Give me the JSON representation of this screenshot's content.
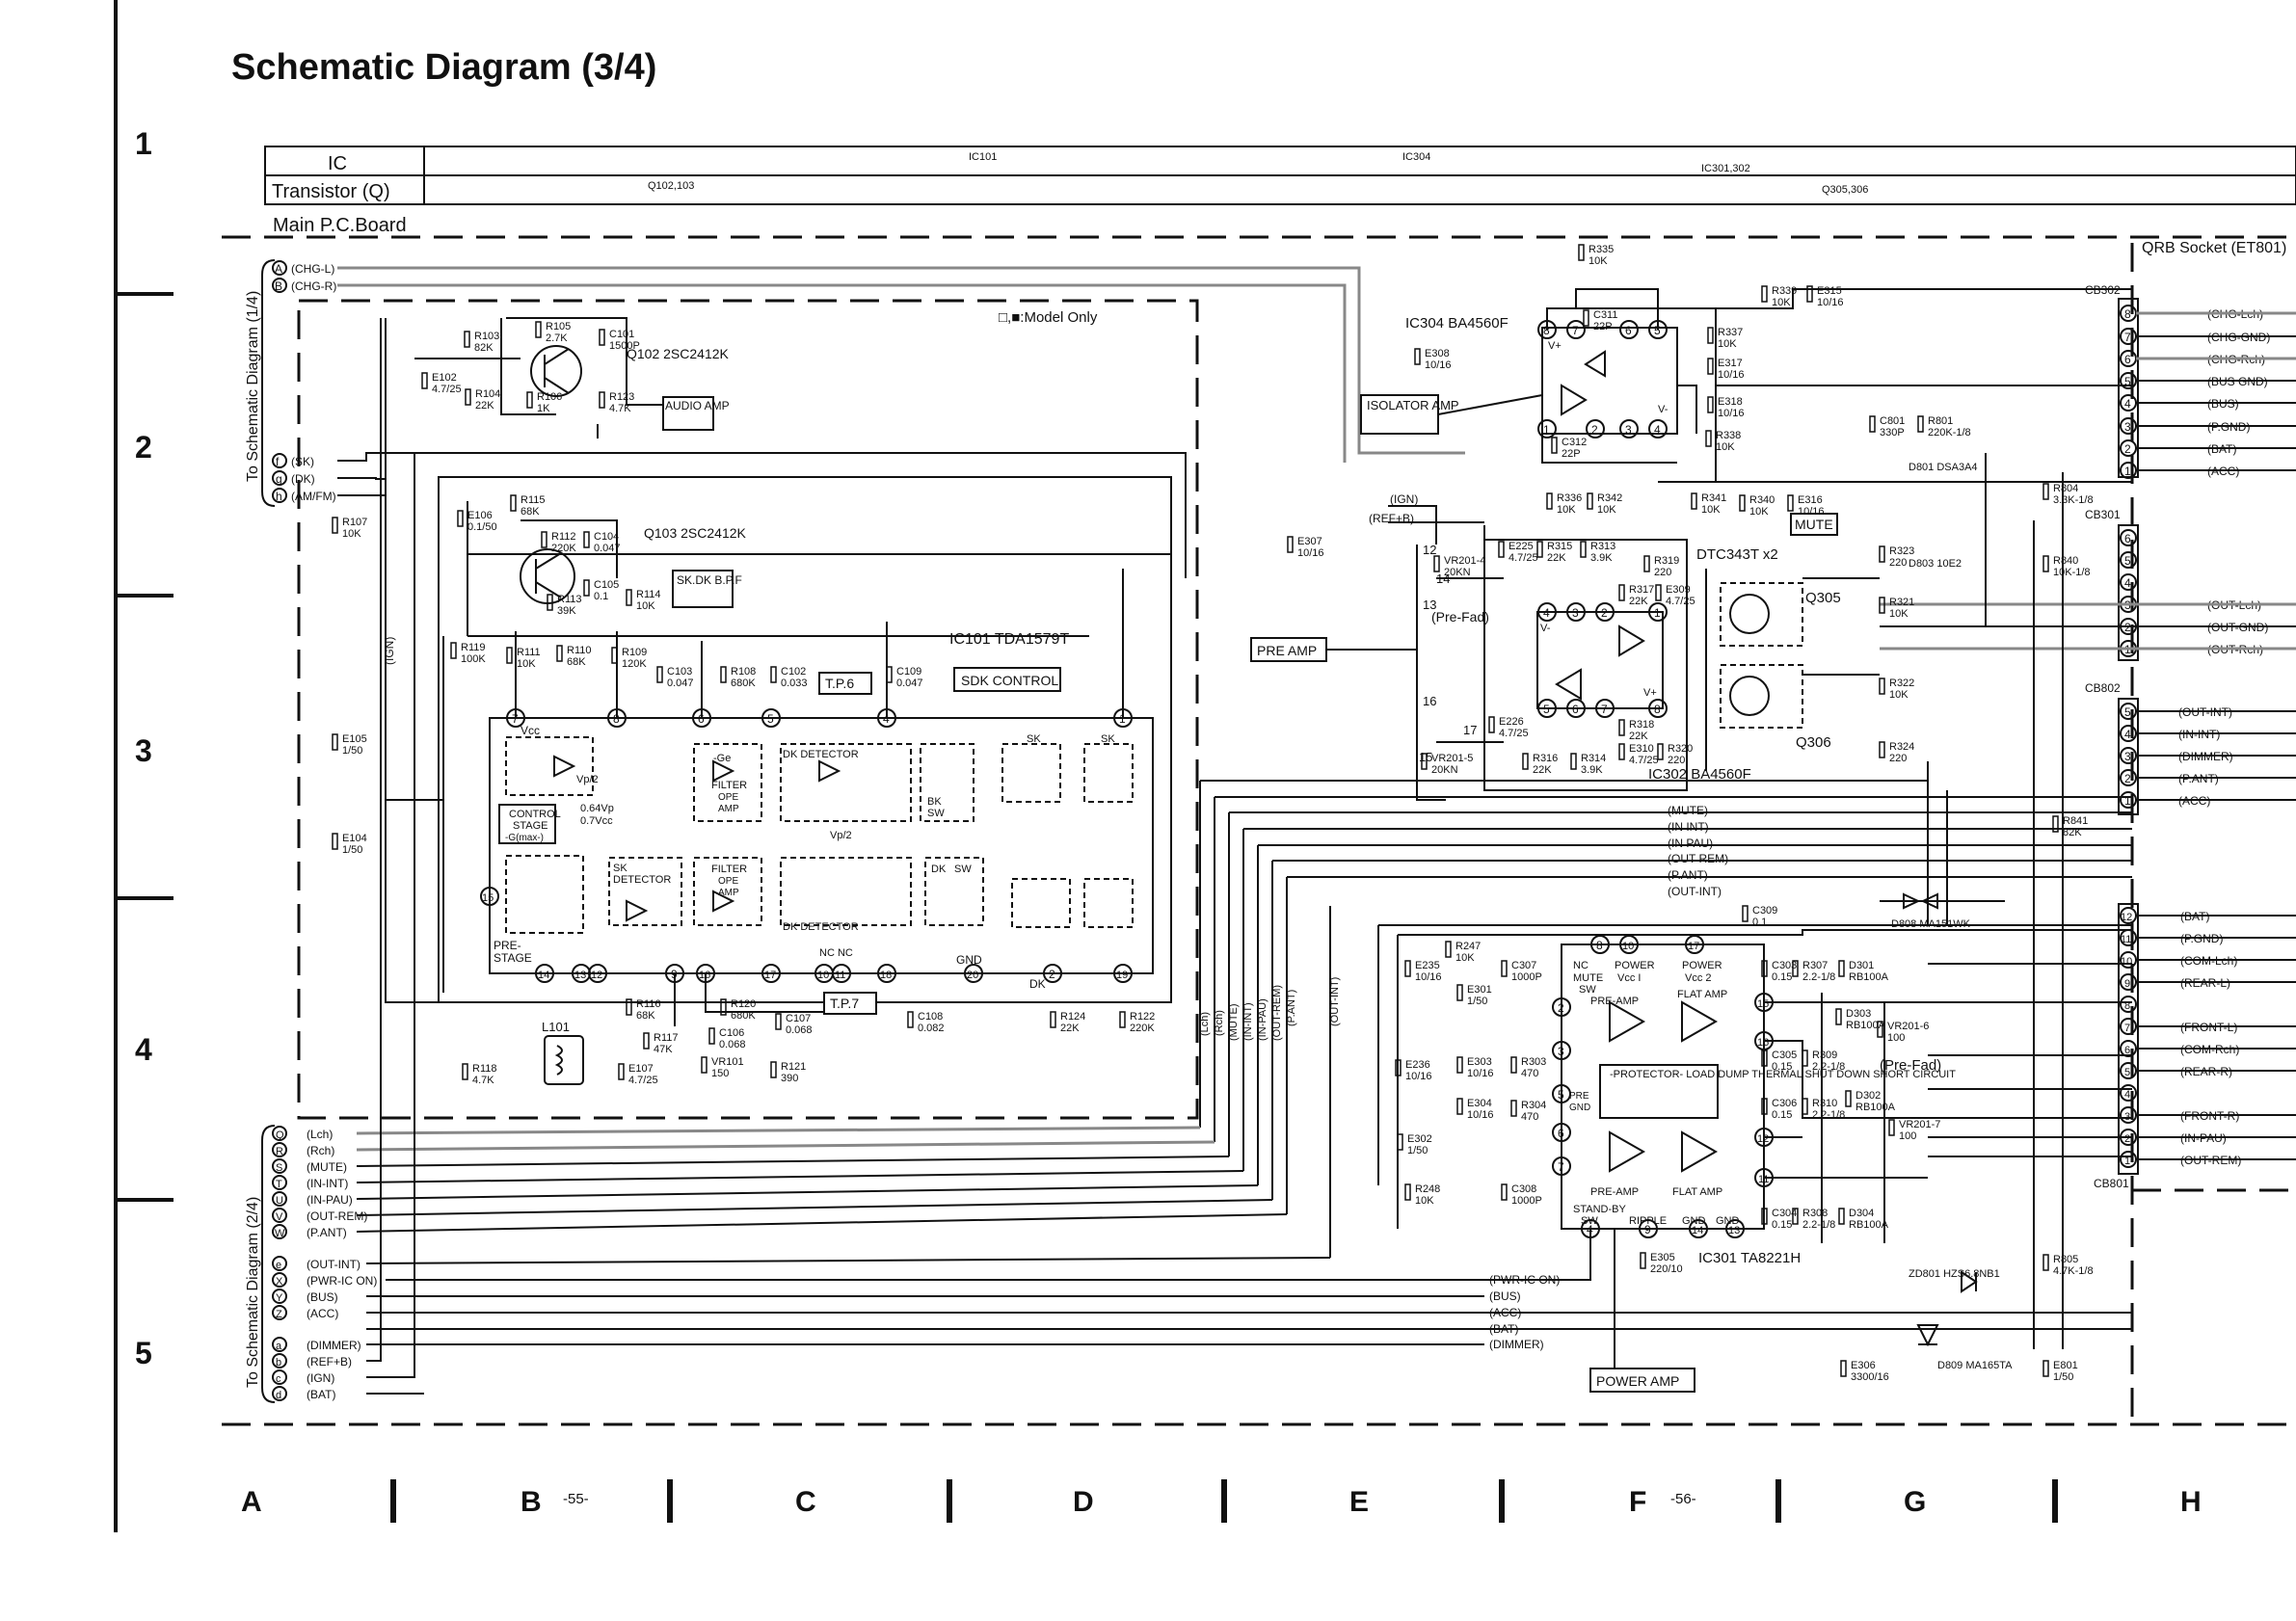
{
  "title": "Schematic Diagram (3/4)",
  "row_numbers": [
    "1",
    "2",
    "3",
    "4",
    "5"
  ],
  "col_letters": [
    "A",
    "B",
    "C",
    "D",
    "E",
    "F",
    "G",
    "H"
  ],
  "page_numbers": [
    "-55-",
    "-56-"
  ],
  "header_table": {
    "row1_label": "IC",
    "row2_label": "Transistor (Q)",
    "ic_entries": [
      "IC101",
      "IC304",
      "IC301,302"
    ],
    "q_entries": [
      "Q102,103",
      "Q305,306"
    ]
  },
  "board_label": "Main P.C.Board",
  "side_labels": {
    "left_top": "To Schematic Diagram (1/4)",
    "left_bottom": "To Schematic Diagram (2/4)"
  },
  "socket_label": "QRB Socket (ET801)",
  "model_note": "□,■:Model Only",
  "blocks": {
    "audio_amp": "AUDIO AMP",
    "sk_dk_bpf": "SK.DK B.P.F",
    "tp6": "T.P.6",
    "tp7": "T.P.7",
    "sdk_control": "SDK CONTROL",
    "isolator_amp": "ISOLATOR AMP",
    "mute": "MUTE",
    "pre_amp": "PRE AMP",
    "power_amp": "POWER AMP",
    "protector": "-PROTECTOR- LOAD DUMP THERMAL SHUT DOWN SHORT CIRCUIT",
    "pre_fad_1": "(Pre-Fad)",
    "pre_fad_2": "(Pre-Fad)"
  },
  "parts": {
    "q102": "Q102 2SC2412K",
    "q103": "Q103 2SC2412K",
    "ic101": "IC101 TDA1579T",
    "ic304": "IC304 BA4560F",
    "ic302": "IC302 BA4560F",
    "ic301": "IC301 TA8221H",
    "dtc": "DTC343T x2",
    "q305": "Q305",
    "q306": "Q306",
    "d808": "D808 MA151WK",
    "d801": "D801 DSA3A4",
    "d803": "D803 10E2",
    "zd801": "ZD801 HZS6.8NB1",
    "d809": "D809 MA165TA",
    "l101": "L101"
  },
  "left_top_pins": [
    {
      "pin": "A",
      "label": "(CHG-L)"
    },
    {
      "pin": "B",
      "label": "(CHG-R)"
    },
    {
      "pin": "f",
      "label": "(SK)"
    },
    {
      "pin": "g",
      "label": "(DK)"
    },
    {
      "pin": "h",
      "label": "(AM/FM)"
    }
  ],
  "left_bottom_pins": [
    {
      "pin": "Q",
      "label": "(Lch)"
    },
    {
      "pin": "R",
      "label": "(Rch)"
    },
    {
      "pin": "S",
      "label": "(MUTE)"
    },
    {
      "pin": "T",
      "label": "(IN-INT)"
    },
    {
      "pin": "U",
      "label": "(IN-PAU)"
    },
    {
      "pin": "V",
      "label": "(OUT-REM)"
    },
    {
      "pin": "W",
      "label": "(P.ANT)"
    },
    {
      "pin": "e",
      "label": "(OUT-INT)"
    },
    {
      "pin": "X",
      "label": "(PWR-IC ON)"
    },
    {
      "pin": "Y",
      "label": "(BUS)"
    },
    {
      "pin": "Z",
      "label": "(ACC)"
    },
    {
      "pin": "a",
      "label": "(DIMMER)"
    },
    {
      "pin": "b",
      "label": "(REF+B)"
    },
    {
      "pin": "c",
      "label": "(IGN)"
    },
    {
      "pin": "d",
      "label": "(BAT)"
    }
  ],
  "cb302": {
    "name": "CB302",
    "pins": [
      {
        "pin": "8",
        "label": "(CHG-Lch)"
      },
      {
        "pin": "7",
        "label": "(CHG-GND)"
      },
      {
        "pin": "6",
        "label": "(CHG-Rch)"
      },
      {
        "pin": "5",
        "label": "(BUS GND)"
      },
      {
        "pin": "4",
        "label": "(BUS)"
      },
      {
        "pin": "3",
        "label": "(P.GND)"
      },
      {
        "pin": "2",
        "label": "(BAT)"
      },
      {
        "pin": "1",
        "label": "(ACC)"
      }
    ]
  },
  "cb301": {
    "name": "CB301",
    "pins": [
      {
        "pin": "6",
        "label": ""
      },
      {
        "pin": "5",
        "label": ""
      },
      {
        "pin": "4",
        "label": ""
      },
      {
        "pin": "3",
        "label": "(OUT-Lch)"
      },
      {
        "pin": "2",
        "label": "(OUT-GND)"
      },
      {
        "pin": "1",
        "label": "(OUT-Rch)"
      }
    ]
  },
  "cb802": {
    "name": "CB802",
    "pins": [
      {
        "pin": "5",
        "label": "(OUT-INT)"
      },
      {
        "pin": "4",
        "label": "(IN-INT)"
      },
      {
        "pin": "3",
        "label": "(DIMMER)"
      },
      {
        "pin": "2",
        "label": "(P.ANT)"
      },
      {
        "pin": "1",
        "label": "(ACC)"
      }
    ]
  },
  "cb801": {
    "name": "CB801",
    "pins": [
      {
        "pin": "12",
        "label": "(BAT)"
      },
      {
        "pin": "11",
        "label": "(P.GND)"
      },
      {
        "pin": "10",
        "label": "(COM-Lch)"
      },
      {
        "pin": "9",
        "label": "(REAR-L)"
      },
      {
        "pin": "8",
        "label": ""
      },
      {
        "pin": "7",
        "label": "(FRONT-L)"
      },
      {
        "pin": "6",
        "label": "(COM-Rch)"
      },
      {
        "pin": "5",
        "label": "(REAR-R)"
      },
      {
        "pin": "4",
        "label": ""
      },
      {
        "pin": "3",
        "label": "(FRONT-R)"
      },
      {
        "pin": "2",
        "label": "(IN-PAU)"
      },
      {
        "pin": "1",
        "label": "(OUT-REM)"
      }
    ]
  },
  "mid_bus_labels": [
    "(IGN)",
    "(REF+B)",
    "(MUTE)",
    "(IN INT)",
    "(IN PAU)",
    "(OUT REM)",
    "(P.ANT)",
    "(OUT-INT)"
  ],
  "lower_bus_labels": [
    "(PWR-IC ON)",
    "(BUS)",
    "(ACC)",
    "(BAT)",
    "(DIMMER)"
  ],
  "vertical_bus_labels": [
    "(Lch)",
    "(Rch)",
    "(MUTE)",
    "(IN-INT)",
    "(IN-PAU)",
    "(OUT-REM)",
    "(P.ANT)",
    "(OUT-INT)"
  ],
  "components": [
    {
      "id": "r103",
      "text": "R103 82K"
    },
    {
      "id": "r105",
      "text": "R105 2.7K"
    },
    {
      "id": "c101",
      "text": "C101 1500P"
    },
    {
      "id": "e102",
      "text": "E102 4.7/25"
    },
    {
      "id": "r104",
      "text": "R104 22K"
    },
    {
      "id": "r106",
      "text": "R106 1K"
    },
    {
      "id": "r123",
      "text": "R123 4.7K"
    },
    {
      "id": "r115",
      "text": "R115 68K"
    },
    {
      "id": "e106",
      "text": "E106 0.1/50"
    },
    {
      "id": "r112",
      "text": "R112 220K"
    },
    {
      "id": "c104",
      "text": "C104 0.047"
    },
    {
      "id": "c105",
      "text": "C105 0.1"
    },
    {
      "id": "r113",
      "text": "R113 39K"
    },
    {
      "id": "r114",
      "text": "R114 10K"
    },
    {
      "id": "r107",
      "text": "R107 10K"
    },
    {
      "id": "r119",
      "text": "R119 100K"
    },
    {
      "id": "r111",
      "text": "R111 10K"
    },
    {
      "id": "r110",
      "text": "R110 68K"
    },
    {
      "id": "r109",
      "text": "R109 120K"
    },
    {
      "id": "c103",
      "text": "C103 0.047"
    },
    {
      "id": "r108",
      "text": "R108 680K"
    },
    {
      "id": "c102",
      "text": "C102 0.033"
    },
    {
      "id": "c109",
      "text": "C109 0.047"
    },
    {
      "id": "e105",
      "text": "E105 1/50"
    },
    {
      "id": "e104",
      "text": "E104 1/50"
    },
    {
      "id": "r116",
      "text": "R116 68K"
    },
    {
      "id": "r117",
      "text": "R117 47K"
    },
    {
      "id": "r120",
      "text": "R120 680K"
    },
    {
      "id": "c106",
      "text": "C106 0.068"
    },
    {
      "id": "c107",
      "text": "C107 0.068"
    },
    {
      "id": "vr101",
      "text": "VR101 150"
    },
    {
      "id": "r121",
      "text": "R121 390"
    },
    {
      "id": "c108",
      "text": "C108 0.082"
    },
    {
      "id": "r124",
      "text": "R124 22K"
    },
    {
      "id": "r122",
      "text": "R122 220K"
    },
    {
      "id": "r118",
      "text": "R118 4.7K"
    },
    {
      "id": "e107",
      "text": "E107 4.7/25"
    },
    {
      "id": "r335",
      "text": "R335 10K"
    },
    {
      "id": "c311",
      "text": "C311 22P"
    },
    {
      "id": "r337",
      "text": "R337 10K"
    },
    {
      "id": "e317",
      "text": "E317 10/16"
    },
    {
      "id": "e318",
      "text": "E318 10/16"
    },
    {
      "id": "r338",
      "text": "R338 10K"
    },
    {
      "id": "e308",
      "text": "E308 10/16"
    },
    {
      "id": "c312",
      "text": "C312 22P"
    },
    {
      "id": "r336",
      "text": "R336 10K"
    },
    {
      "id": "r342",
      "text": "R342 10K"
    },
    {
      "id": "r341",
      "text": "R341 10K"
    },
    {
      "id": "r339",
      "text": "R339 10K"
    },
    {
      "id": "e315",
      "text": "E315 10/16"
    },
    {
      "id": "r340",
      "text": "R340 10K"
    },
    {
      "id": "e316",
      "text": "E316 10/16"
    },
    {
      "id": "c801",
      "text": "C801 330P"
    },
    {
      "id": "r801",
      "text": "R801 220K-1/8"
    },
    {
      "id": "r804",
      "text": "R804 3.3K-1/8"
    },
    {
      "id": "r840",
      "text": "R840 10K-1/8"
    },
    {
      "id": "e307",
      "text": "E307 10/16"
    },
    {
      "id": "vr2014",
      "text": "VR201-4 20KN"
    },
    {
      "id": "e225",
      "text": "E225 4.7/25"
    },
    {
      "id": "r315",
      "text": "R315 22K"
    },
    {
      "id": "r313",
      "text": "R313 3.9K"
    },
    {
      "id": "r319",
      "text": "R319 220"
    },
    {
      "id": "r317",
      "text": "R317 22K"
    },
    {
      "id": "e309",
      "text": "E309 4.7/25"
    },
    {
      "id": "r323",
      "text": "R323 220"
    },
    {
      "id": "r321",
      "text": "R321 10K"
    },
    {
      "id": "r322",
      "text": "R322 10K"
    },
    {
      "id": "r324",
      "text": "R324 220"
    },
    {
      "id": "e226",
      "text": "E226 4.7/25"
    },
    {
      "id": "r318",
      "text": "R318 22K"
    },
    {
      "id": "r316",
      "text": "R316 22K"
    },
    {
      "id": "r314",
      "text": "R314 3.9K"
    },
    {
      "id": "e310",
      "text": "E310 4.7/25"
    },
    {
      "id": "r320",
      "text": "R320 220"
    },
    {
      "id": "vr2015",
      "text": "VR201-5 20KN"
    },
    {
      "id": "r841",
      "text": "R841 82K"
    },
    {
      "id": "c309",
      "text": "C309 0.1"
    },
    {
      "id": "r247",
      "text": "R247 10K"
    },
    {
      "id": "e235",
      "text": "E235 10/16"
    },
    {
      "id": "c307",
      "text": "C307 1000P"
    },
    {
      "id": "e301",
      "text": "E301 1/50"
    },
    {
      "id": "e236",
      "text": "E236 10/16"
    },
    {
      "id": "e303",
      "text": "E303 10/16"
    },
    {
      "id": "r303",
      "text": "R303 470"
    },
    {
      "id": "e304",
      "text": "E304 10/16"
    },
    {
      "id": "r304",
      "text": "R304 470"
    },
    {
      "id": "e302",
      "text": "E302 1/50"
    },
    {
      "id": "r248",
      "text": "R248 10K"
    },
    {
      "id": "c308",
      "text": "C308 1000P"
    },
    {
      "id": "c303",
      "text": "C303 0.15"
    },
    {
      "id": "r307",
      "text": "R307 2.2-1/8"
    },
    {
      "id": "d301",
      "text": "D301 RB100A"
    },
    {
      "id": "d303",
      "text": "D303 RB100A"
    },
    {
      "id": "c305",
      "text": "C305 0.15"
    },
    {
      "id": "r309",
      "text": "R309 2.2-1/8"
    },
    {
      "id": "c306",
      "text": "C306 0.15"
    },
    {
      "id": "r310",
      "text": "R310 2.2-1/8"
    },
    {
      "id": "d302",
      "text": "D302 RB100A"
    },
    {
      "id": "c304",
      "text": "C304 0.15"
    },
    {
      "id": "r308",
      "text": "R308 2.2-1/8"
    },
    {
      "id": "d304",
      "text": "D304 RB100A"
    },
    {
      "id": "vr2016",
      "text": "VR201-6 100"
    },
    {
      "id": "vr2017",
      "text": "VR201-7 100"
    },
    {
      "id": "e305",
      "text": "E305 220/10"
    },
    {
      "id": "r805",
      "text": "R805 4.7K-1/8"
    },
    {
      "id": "e306",
      "text": "E306 3300/16"
    },
    {
      "id": "e801",
      "text": "E801 1/50"
    }
  ]
}
